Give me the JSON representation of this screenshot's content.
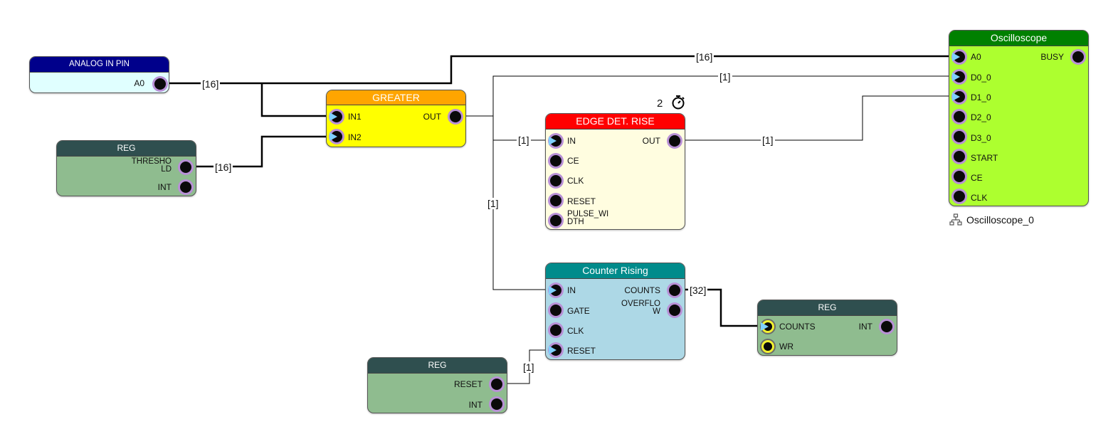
{
  "blocks": {
    "analog_in": {
      "title": "ANALOG IN PIN",
      "ports": [
        "A0"
      ],
      "header_color": "#00008b"
    },
    "reg_threshold": {
      "title": "REG",
      "ports": [
        "THRESHO\nLD",
        "INT"
      ],
      "header_color": "#2f4f4f"
    },
    "greater": {
      "title": "GREATER",
      "inputs": [
        "IN1",
        "IN2"
      ],
      "outputs": [
        "OUT"
      ],
      "header_color": "#ffa500"
    },
    "edge_det": {
      "title": "EDGE DET. RISE",
      "inputs": [
        "IN",
        "CE",
        "CLK",
        "RESET",
        "PULSE_WI\nDTH"
      ],
      "outputs": [
        "OUT"
      ],
      "header_color": "#ff0000",
      "clock_count": "2"
    },
    "counter": {
      "title": "Counter Rising",
      "inputs": [
        "IN",
        "GATE",
        "CLK",
        "RESET"
      ],
      "outputs": [
        "COUNTS",
        "OVERFLO\nW"
      ],
      "header_color": "#008b8b"
    },
    "reg_reset": {
      "title": "REG",
      "ports": [
        "RESET",
        "INT"
      ],
      "header_color": "#2f4f4f"
    },
    "reg_counts": {
      "title": "REG",
      "inputs": [
        "COUNTS",
        "WR"
      ],
      "outputs": [
        "INT"
      ],
      "header_color": "#2f4f4f"
    },
    "oscilloscope": {
      "title": "Oscilloscope",
      "inputs": [
        "A0",
        "D0_0",
        "D1_0",
        "D2_0",
        "D3_0",
        "START",
        "CE",
        "CLK"
      ],
      "outputs": [
        "BUSY"
      ],
      "header_color": "#008000",
      "instance_name": "Oscilloscope_0"
    }
  },
  "wire_labels": {
    "analog_a0": "[16]",
    "osc_a0": "[16]",
    "osc_d0": "[1]",
    "threshold": "[16]",
    "edge_in": "[1]",
    "edge_out": "[1]",
    "vertical": "[1]",
    "counts": "[32]",
    "reset": "[1]"
  },
  "icons": {
    "timer": "stopwatch-icon",
    "instance": "network-icon"
  }
}
